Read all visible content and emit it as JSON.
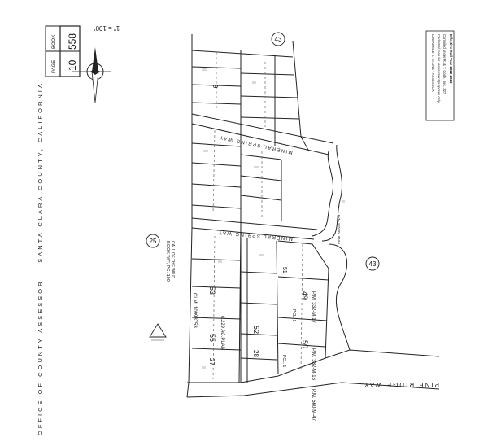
{
  "header": {
    "office_line": "OFFICE OF COUNTY ASSESSOR — SANTA CLARA COUNTY, CALIFORNIA"
  },
  "book_page": {
    "book_label": "BOOK",
    "book_value": "558",
    "page_label": "PAGE",
    "page_value": "10"
  },
  "scale": {
    "text": "1\" = 100'"
  },
  "notice": {
    "line1": "LAWRENCE E. STONE - ASSESSOR",
    "line2": "Cadastral map for assessment purposes only.",
    "line3": "Compiled under R. & T. Code, Sec. 327.",
    "line4": "Effective Roll Year 2022-2023"
  },
  "roads": {
    "pine_ridge": "PINE RIDGE WAY",
    "mineral_spring_upper": "MINERAL SPRING WAY",
    "mineral_spring_lower": "MINERAL SPRING WAY",
    "pine_ridge_curve": "PINE RIDGE WAY"
  },
  "page_refs": {
    "ref_43_top": "43",
    "ref_43_right": "43",
    "ref_25": "25"
  },
  "book_ref": {
    "line1": "BOOK \"W\", PG. 100",
    "line2": "CALL OF THE WILD"
  },
  "clm": {
    "text": "CLM. 10993753"
  },
  "acreage": {
    "text": "0.229 AC.PLAN"
  },
  "pm_labels": {
    "pm1": "P.M. 332-M-17",
    "pm2": "P.M. 332-M-16",
    "pm3": "P.M. 560-M-47"
  },
  "parcels": {
    "p53": "53",
    "p55": "55",
    "p52": "52",
    "p49": "49",
    "p50": "50",
    "p51": "51",
    "p28": "28",
    "p27": "27",
    "p9": "9"
  },
  "pcl": {
    "pcl1": "PCL. 1",
    "pcl2": "PCL. 1"
  }
}
